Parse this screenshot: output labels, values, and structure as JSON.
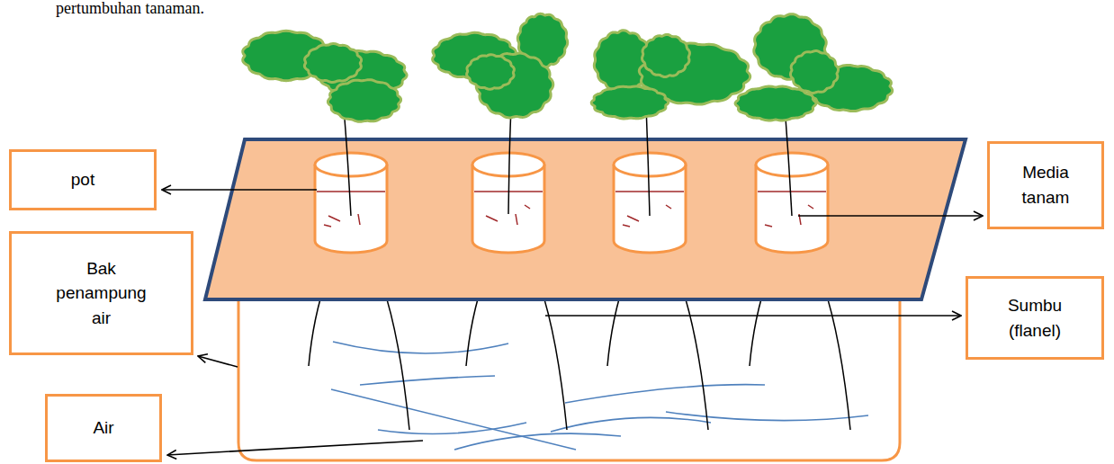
{
  "diagram": {
    "nodes": [
      {
        "text": [
          "pot"
        ]
      },
      {
        "text": [
          "Media tanam"
        ]
      },
      {
        "text": [
          "Bak penampung air"
        ]
      },
      {
        "text": [
          "Sumbu (flanel)"
        ]
      },
      {
        "text": [
          "Air"
        ]
      }
    ],
    "labels": [
      "pertumbuhan tanaman."
    ]
  }
}
